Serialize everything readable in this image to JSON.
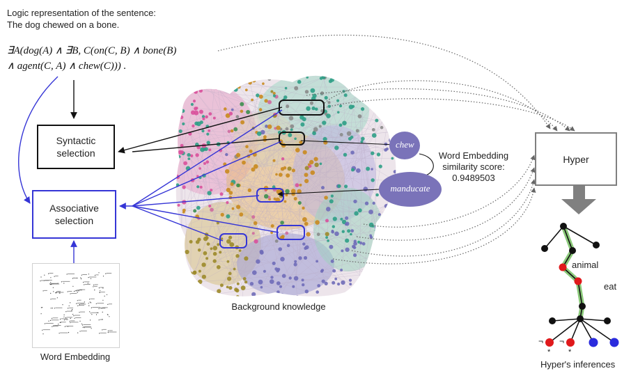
{
  "header": {
    "line1": "Logic representation of the sentence:",
    "line2": "The dog chewed on a bone."
  },
  "formula": {
    "line1": "∃A(dog(A) ∧ ∃B, C(on(C, B) ∧ bone(B)",
    "line2": "∧ agent(C, A) ∧ chew(C))) ."
  },
  "boxes": {
    "syntactic_line1": "Syntactic",
    "syntactic_line2": "selection",
    "associative_line1": "Associative",
    "associative_line2": "selection",
    "hyper": "Hyper"
  },
  "nodes": {
    "chew": "chew",
    "manducate": "manducate"
  },
  "similarity": {
    "line1": "Word Embedding",
    "line2": "similarity score:",
    "line3": "0.9489503"
  },
  "captions": {
    "background": "Background knowledge",
    "word_embedding": "Word Embedding",
    "inferences": "Hyper's inferences"
  },
  "tree": {
    "animal": "animal",
    "eat": "eat",
    "neg": "¬",
    "star": "*"
  },
  "colors": {
    "black_arrow": "#111111",
    "blue_arrow": "#3535d6",
    "purple_node": "#7a73b9",
    "green_path": "#7dc36a",
    "red_node": "#e0191b",
    "blue_node": "#2a2bdd",
    "gray_arrow": "#7f7f7f"
  }
}
